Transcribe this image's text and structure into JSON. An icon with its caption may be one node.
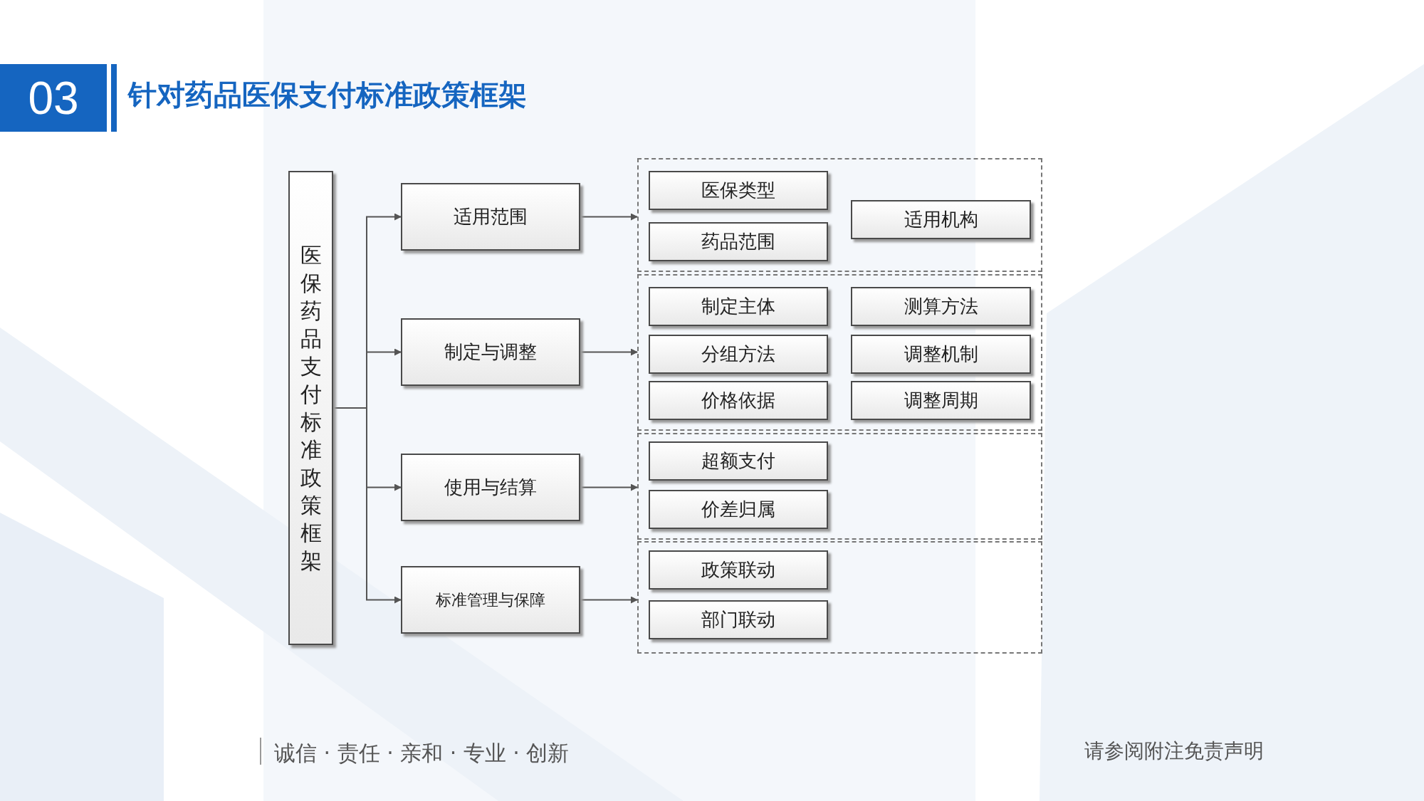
{
  "diagram": {
    "title": "针对药品医保支付标准政策框架",
    "nodes": [
      {
        "text": [
          "医保药品支付标准政策框架"
        ]
      },
      {
        "text": [
          "适用范围"
        ]
      },
      {
        "text": [],
        "shape": "box"
      },
      {
        "text": [
          "医保类型"
        ],
        "in": 2
      },
      {
        "text": [
          "药品范围"
        ],
        "in": 2
      },
      {
        "text": [
          "适用机构"
        ],
        "in": 2
      },
      {
        "text": [
          "制定与调整"
        ]
      },
      {
        "text": [],
        "shape": "box"
      },
      {
        "text": [
          "制定主体"
        ],
        "in": 7
      },
      {
        "text": [
          "测算方法"
        ],
        "in": 7
      },
      {
        "text": [
          "分组方法"
        ],
        "in": 7
      },
      {
        "text": [
          "调整机制"
        ],
        "in": 7
      },
      {
        "text": [
          "价格依据"
        ],
        "in": 7
      },
      {
        "text": [
          "调整周期"
        ],
        "in": 7
      },
      {
        "text": [
          "使用与结算"
        ]
      },
      {
        "text": [],
        "shape": "box"
      },
      {
        "text": [
          "超额支付"
        ],
        "in": 15
      },
      {
        "text": [
          "价差归属"
        ],
        "in": 15
      },
      {
        "text": [
          "标准管理与保障"
        ]
      },
      {
        "text": [],
        "shape": "box"
      },
      {
        "text": [
          "政策联动"
        ],
        "in": 19
      },
      {
        "text": [
          "部门联动"
        ],
        "in": 19
      }
    ],
    "edges": [
      {
        "from": 0,
        "to": 1,
        "arrow": "to"
      },
      {
        "from": 0,
        "to": 6,
        "arrow": "to"
      },
      {
        "from": 0,
        "to": 14,
        "arrow": "to"
      },
      {
        "from": 0,
        "to": 18,
        "arrow": "to"
      },
      {
        "from": 1,
        "to": 2,
        "arrow": "to"
      },
      {
        "from": 6,
        "to": 7,
        "arrow": "to"
      },
      {
        "from": 14,
        "to": 15,
        "arrow": "to"
      },
      {
        "from": 18,
        "to": 19,
        "arrow": "to"
      }
    ],
    "labels": [
      "03",
      "诚信 · 责任 · 亲和 · 专业 · 创新",
      "请参阅附注免责声明"
    ]
  }
}
